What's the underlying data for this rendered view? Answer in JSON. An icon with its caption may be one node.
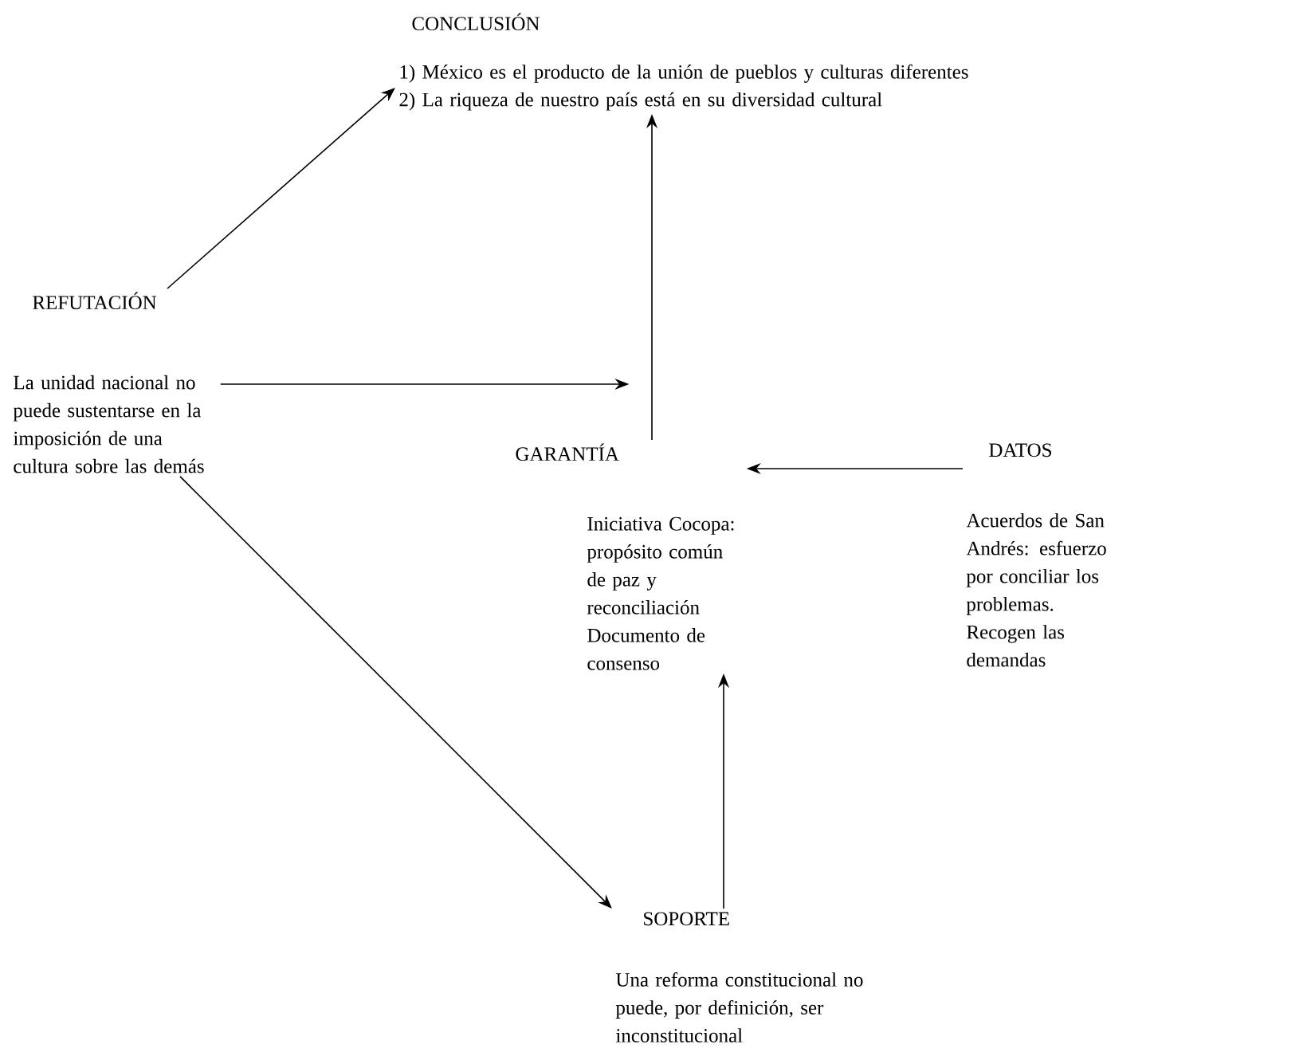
{
  "diagram": {
    "nodes": [
      {
        "text": [
          "CONCLUSIÓN",
          "1) México es el producto de la unión de pueblos y culturas diferentes",
          "2) La riqueza de nuestro país está en su diversidad cultural"
        ]
      },
      {
        "text": [
          "REFUTACIÓN",
          "La unidad nacional no puede sustentarse en la imposición de una cultura sobre las demás"
        ]
      },
      {
        "text": [
          "GARANTÍA",
          "Iniciativa Cocopa: propósito común de paz y reconciliación Documento de consenso"
        ]
      },
      {
        "text": [
          "DATOS",
          "Acuerdos de San Andrés: esfuerzo por conciliar los problemas. Recogen las demandas"
        ]
      },
      {
        "text": [
          "SOPORTE",
          "Una reforma constitucional no puede, por definición, ser inconstitucional"
        ]
      }
    ],
    "edges": [
      {
        "from": 1,
        "to": 0,
        "arrow": "to"
      },
      {
        "from": 1,
        "to": 4,
        "arrow": "to"
      },
      {
        "from": 2,
        "to": 0,
        "arrow": "to"
      },
      {
        "from": 1,
        "to": 2,
        "arrow": "to"
      },
      {
        "from": 3,
        "to": 2,
        "arrow": "to"
      },
      {
        "from": 4,
        "to": 2,
        "arrow": "to"
      }
    ]
  }
}
